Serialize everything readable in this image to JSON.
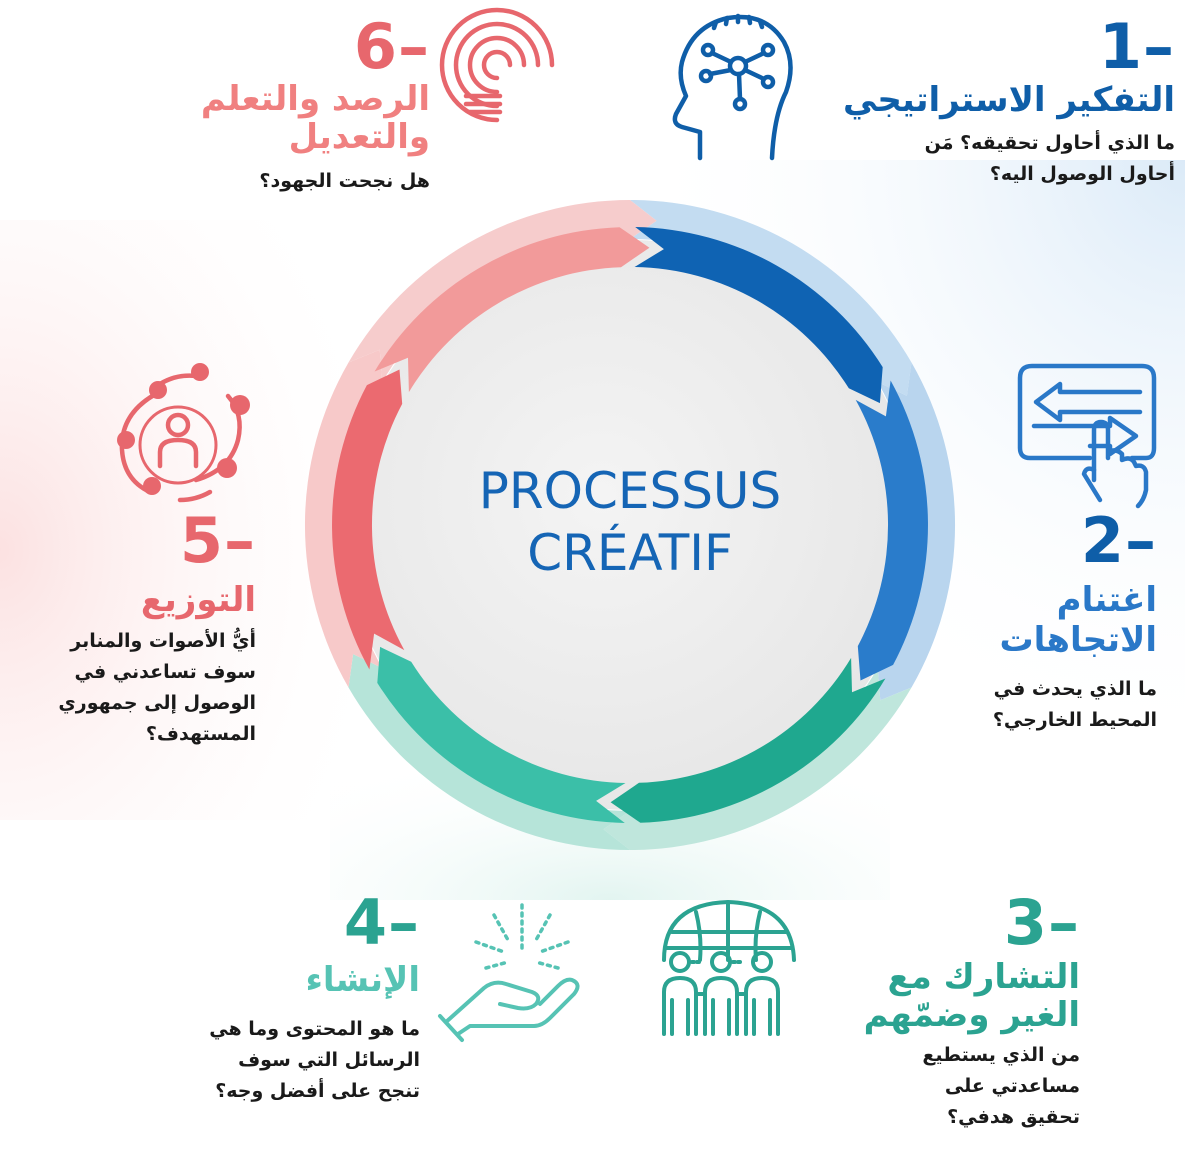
{
  "center": {
    "line1": "PROCESSUS",
    "line2": "CRÉATIF"
  },
  "steps": [
    {
      "number": "1–",
      "title_lines": [
        "التفكير الاستراتيجي"
      ],
      "question_lines": [
        "ما الذي أحاول تحقيقه؟ مَن",
        "أحاول الوصول اليه؟"
      ],
      "color": "#0f5ea8",
      "icon": "head-network-icon"
    },
    {
      "number": "2–",
      "title_lines": [
        "اغتنام",
        "الاتجاهات"
      ],
      "question_lines": [
        "ما الذي يحدث في",
        "المحيط الخارجي؟"
      ],
      "color": "#2a78c8",
      "icon": "touchscreen-arrows-icon"
    },
    {
      "number": "3–",
      "title_lines": [
        "التشارك مع",
        "الغير وضمّهم"
      ],
      "question_lines": [
        "من الذي يستطيع",
        "مساعدتي على",
        "تحقيق هدفي؟"
      ],
      "color": "#2ba391",
      "icon": "globe-people-icon"
    },
    {
      "number": "4–",
      "title_lines": [
        "الإنشاء"
      ],
      "question_lines": [
        "ما هو المحتوى وما هي",
        "الرسائل التي سوف",
        "تنجح على أفضل وجه؟"
      ],
      "color": "#56c3b4",
      "icon": "hand-sparkle-icon"
    },
    {
      "number": "5–",
      "title_lines": [
        "التوزيع"
      ],
      "question_lines": [
        "أيُّ الأصوات والمنابر",
        "سوف تساعدني في",
        "الوصول إلى جمهوري",
        "المستهدف؟"
      ],
      "color": "#e7676d",
      "icon": "audience-network-icon"
    },
    {
      "number": "6–",
      "title_lines": [
        "الرصد والتعلم",
        "والتعديل"
      ],
      "question_lines": [
        "هل نجحت الجهود؟"
      ],
      "color": "#f08080",
      "icon": "radar-icon"
    }
  ]
}
